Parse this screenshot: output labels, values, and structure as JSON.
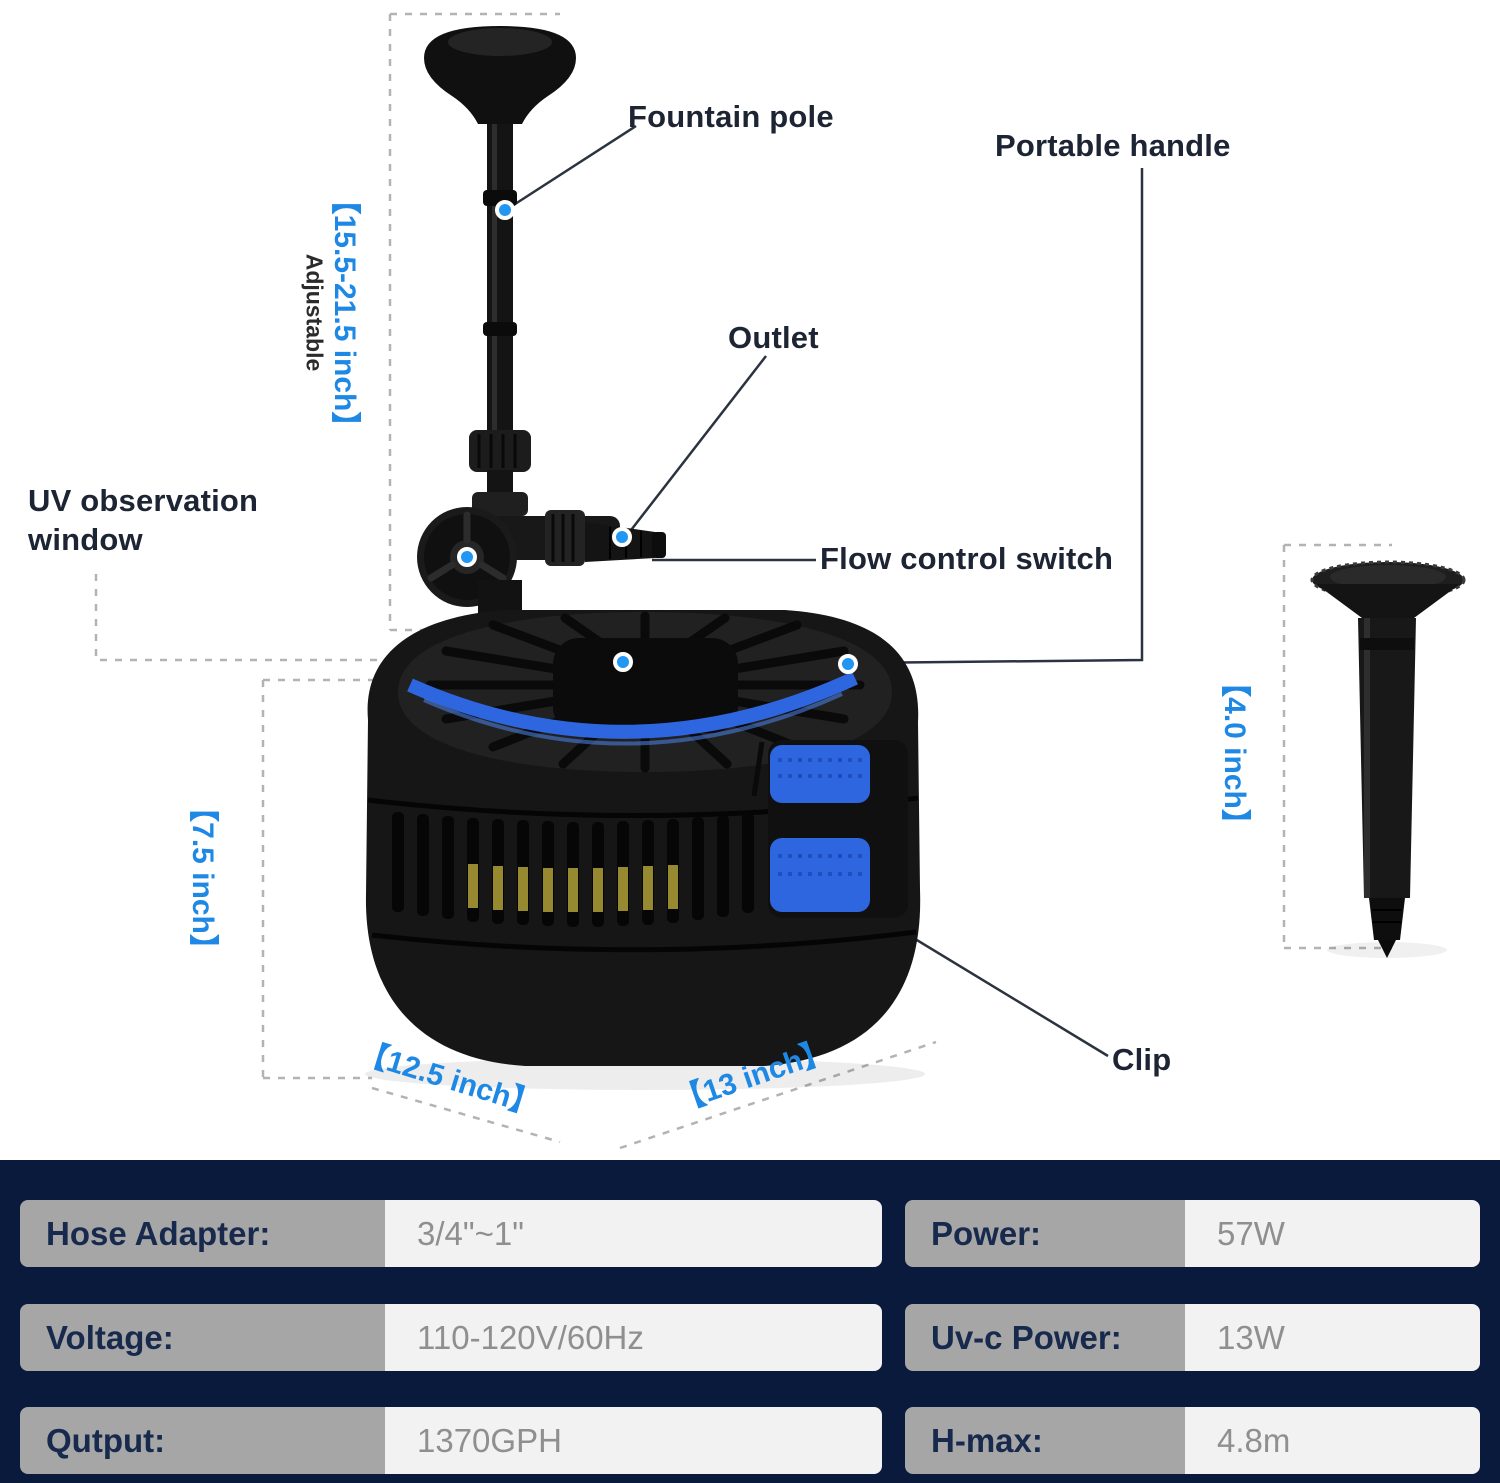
{
  "callouts": {
    "fountain_pole": "Fountain pole",
    "portable_handle": "Portable handle",
    "outlet": "Outlet",
    "uv_window": "UV observation window",
    "flow_control": "Flow control switch",
    "clip": "Clip"
  },
  "dimensions": {
    "pole_range": "【15.5-21.5 inch】",
    "pole_note": "Adjustable",
    "body_height": "【7.5 inch】",
    "body_width": "【12.5 inch】",
    "body_depth": "【13 inch】",
    "nozzle_height": "【4.0 inch】"
  },
  "specs": {
    "left": [
      {
        "label": "Hose Adapter:",
        "value": "3/4\"~1\""
      },
      {
        "label": "Voltage:",
        "value": "110-120V/60Hz"
      },
      {
        "label": "Qutput:",
        "value": "1370GPH"
      }
    ],
    "right": [
      {
        "label": "Power:",
        "value": "57W"
      },
      {
        "label": "Uv-c Power:",
        "value": "13W"
      },
      {
        "label": "H-max:",
        "value": "4.8m"
      }
    ]
  },
  "colors": {
    "dimension_blue": "#1e88e5",
    "accent_blue": "#2e66e0",
    "spec_background_navy": "#0a1a3c",
    "spec_label_gray": "#a6a6a6",
    "spec_value_bg": "#f2f2f2",
    "callout_text": "#1d2433"
  }
}
